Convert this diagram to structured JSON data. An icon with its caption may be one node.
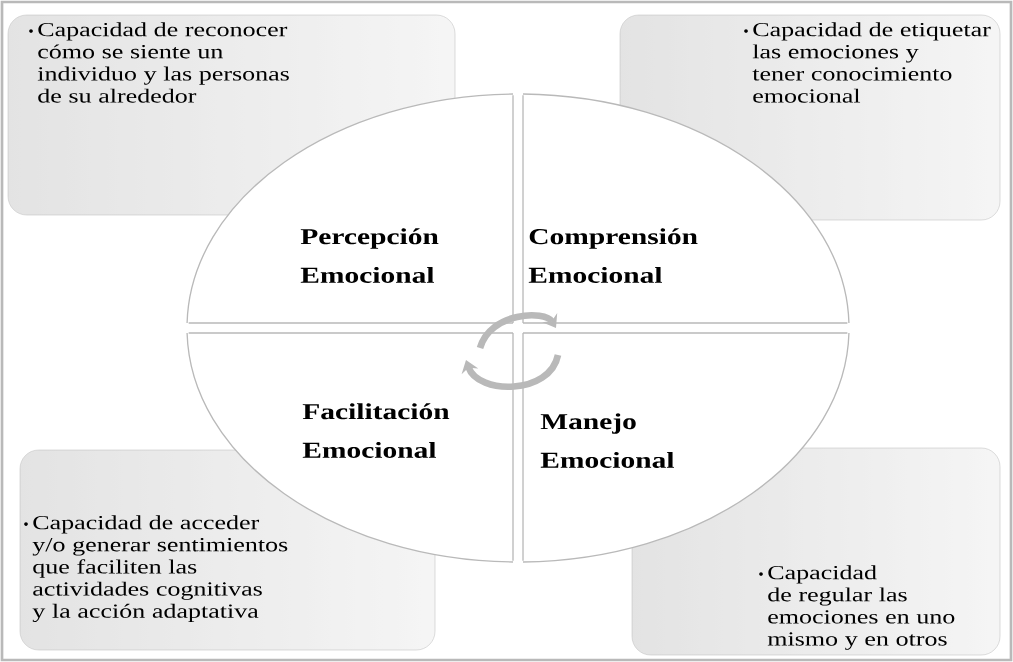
{
  "diagram": {
    "nodes": [
      {
        "text": [
          "Capacidad de reconocer cómo se siente un individuo y las personas de su alrededor"
        ]
      },
      {
        "text": [
          "Capacidad de etiquetar las emociones y tener conocimiento emocional"
        ]
      },
      {
        "text": [
          "Percepción Emocional"
        ]
      },
      {
        "text": [
          "Comprensión Emocional"
        ]
      },
      {
        "text": [
          "Facilitación Emocional"
        ]
      },
      {
        "text": [
          "Manejo Emocional"
        ]
      },
      {
        "text": [
          "Capacidad de acceder y/o generar sentimientos que faciliten las actividades cognitivas y la acción adaptativa"
        ]
      },
      {
        "text": [
          "Capacidad de regular las emociones en uno mismo y en otros"
        ]
      }
    ]
  }
}
